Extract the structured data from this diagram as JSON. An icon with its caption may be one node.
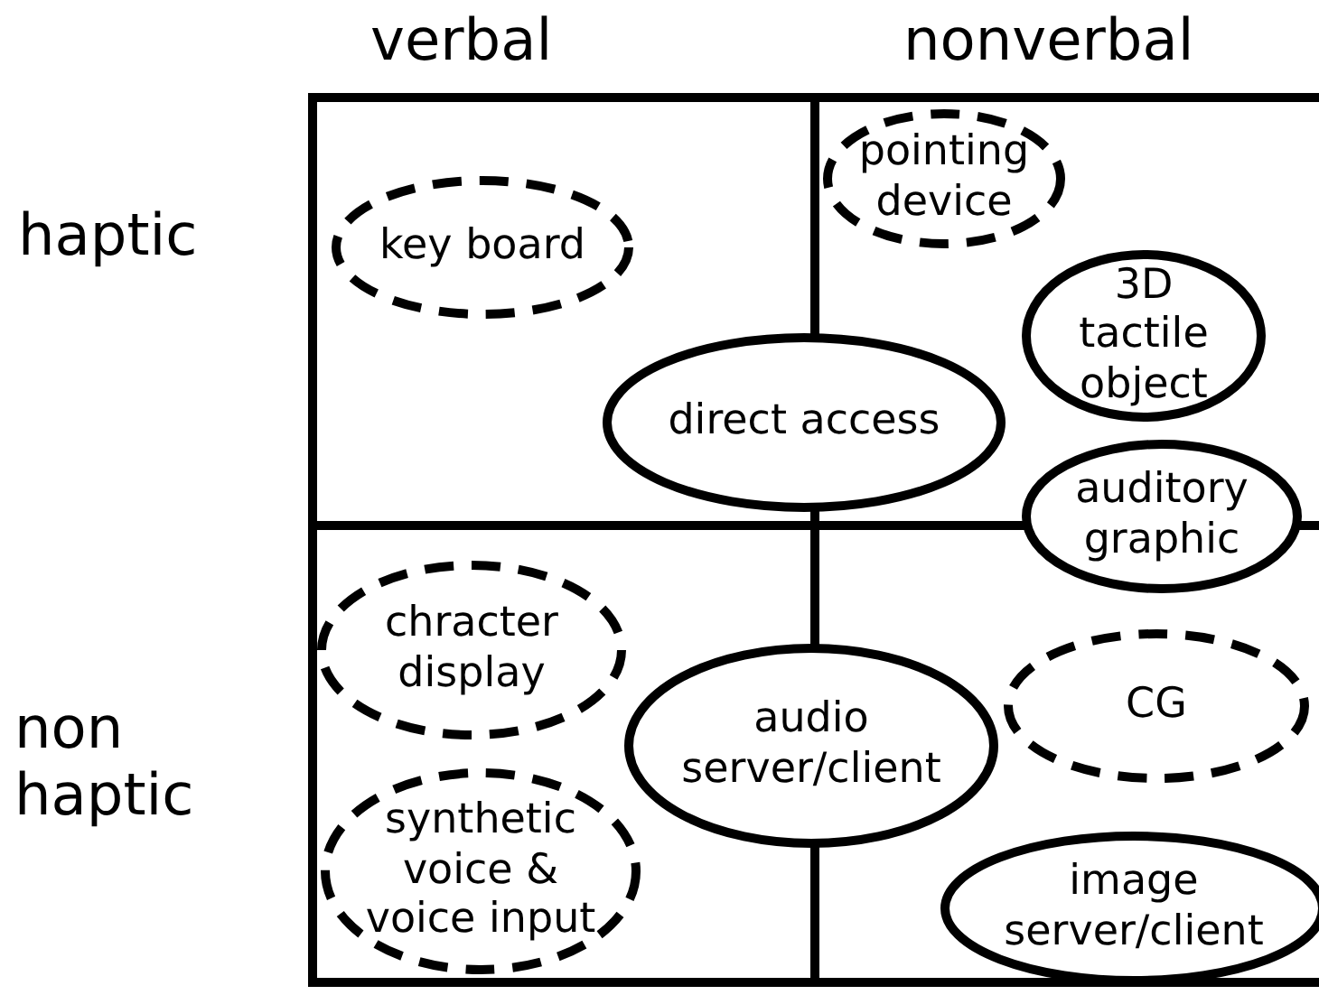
{
  "diagram": {
    "nodes": [
      {
        "text": [
          "pointing device"
        ]
      },
      {
        "text": [
          "key board"
        ]
      },
      {
        "text": [
          "3D tactile object"
        ]
      },
      {
        "text": [
          "direct access"
        ]
      },
      {
        "text": [
          "auditory graphic"
        ]
      },
      {
        "text": [
          "chracter display"
        ]
      },
      {
        "text": [
          "CG"
        ]
      },
      {
        "text": [
          "audio server/client"
        ]
      },
      {
        "text": [
          "synthetic voice & voice input"
        ]
      },
      {
        "text": [
          "image server/client"
        ]
      }
    ],
    "labels": [
      "verbal",
      "nonverbal",
      "haptic",
      "non haptic"
    ]
  }
}
